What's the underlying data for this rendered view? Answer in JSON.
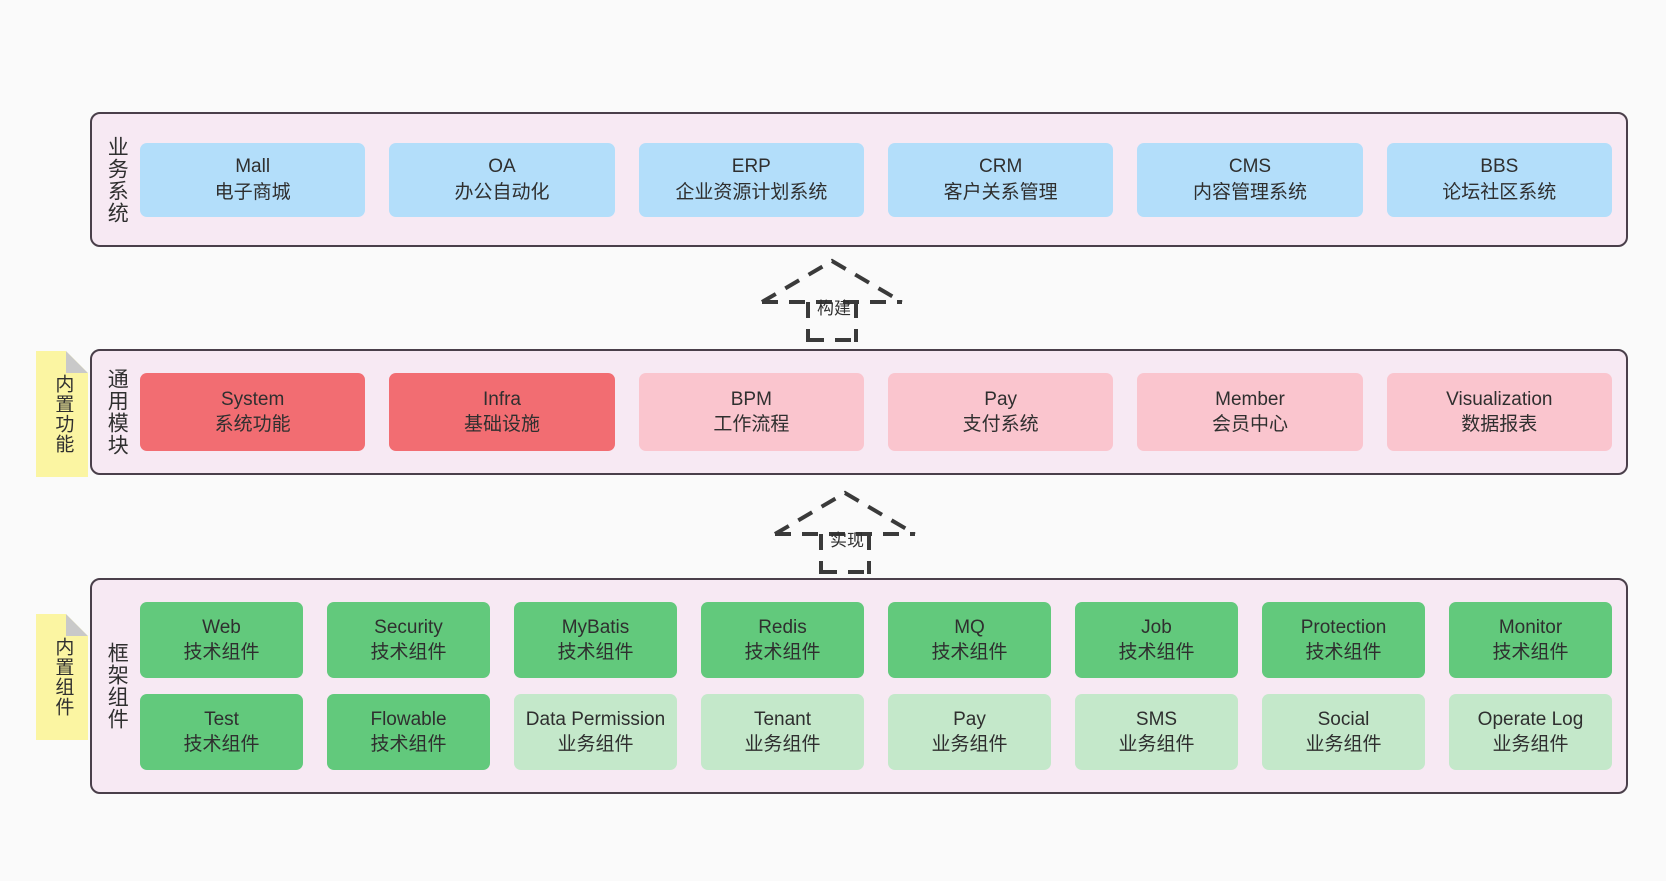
{
  "diagram": {
    "background_color": "#fafafa",
    "layer_fill": "#f7e9f3",
    "layer_border": "#4a3f4a",
    "note_fill": "#fbf5a2"
  },
  "layers": [
    {
      "id": "business",
      "title": "业务系统",
      "nodes": [
        {
          "en": "Mall",
          "cn": "电子商城",
          "color": "#b3defa"
        },
        {
          "en": "OA",
          "cn": "办公自动化",
          "color": "#b3defa"
        },
        {
          "en": "ERP",
          "cn": "企业资源计划系统",
          "color": "#b3defa"
        },
        {
          "en": "CRM",
          "cn": "客户关系管理",
          "color": "#b3defa"
        },
        {
          "en": "CMS",
          "cn": "内容管理系统",
          "color": "#b3defa"
        },
        {
          "en": "BBS",
          "cn": "论坛社区系统",
          "color": "#b3defa"
        }
      ]
    },
    {
      "id": "common",
      "title": "通用模块",
      "nodes": [
        {
          "en": "System",
          "cn": "系统功能",
          "color": "#f26d72"
        },
        {
          "en": "Infra",
          "cn": "基础设施",
          "color": "#f26d72"
        },
        {
          "en": "BPM",
          "cn": "工作流程",
          "color": "#fac5ce"
        },
        {
          "en": "Pay",
          "cn": "支付系统",
          "color": "#fac5ce"
        },
        {
          "en": "Member",
          "cn": "会员中心",
          "color": "#fac5ce"
        },
        {
          "en": "Visualization",
          "cn": "数据报表",
          "color": "#fac5ce"
        }
      ]
    },
    {
      "id": "framework",
      "title": "框架组件",
      "rows": [
        [
          {
            "en": "Web",
            "cn": "技术组件",
            "color": "#62c97c"
          },
          {
            "en": "Security",
            "cn": "技术组件",
            "color": "#62c97c"
          },
          {
            "en": "MyBatis",
            "cn": "技术组件",
            "color": "#62c97c"
          },
          {
            "en": "Redis",
            "cn": "技术组件",
            "color": "#62c97c"
          },
          {
            "en": "MQ",
            "cn": "技术组件",
            "color": "#62c97c"
          },
          {
            "en": "Job",
            "cn": "技术组件",
            "color": "#62c97c"
          },
          {
            "en": "Protection",
            "cn": "技术组件",
            "color": "#62c97c"
          },
          {
            "en": "Monitor",
            "cn": "技术组件",
            "color": "#62c97c"
          }
        ],
        [
          {
            "en": "Test",
            "cn": "技术组件",
            "color": "#62c97c"
          },
          {
            "en": "Flowable",
            "cn": "技术组件",
            "color": "#62c97c"
          },
          {
            "en": "Data Permission",
            "cn": "业务组件",
            "color": "#c4e8ca",
            "wrap": true
          },
          {
            "en": "Tenant",
            "cn": "业务组件",
            "color": "#c4e8ca"
          },
          {
            "en": "Pay",
            "cn": "业务组件",
            "color": "#c4e8ca"
          },
          {
            "en": "SMS",
            "cn": "业务组件",
            "color": "#c4e8ca"
          },
          {
            "en": "Social",
            "cn": "业务组件",
            "color": "#c4e8ca"
          },
          {
            "en": "Operate Log",
            "cn": "业务组件",
            "color": "#c4e8ca"
          }
        ]
      ]
    }
  ],
  "notes": [
    {
      "id": "function",
      "text": "内置功能"
    },
    {
      "id": "component",
      "text": "内置组件"
    }
  ],
  "arrows": [
    {
      "id": "build",
      "label": "构建",
      "from": "通用模块",
      "to": "业务系统",
      "style": "dashed-generalization"
    },
    {
      "id": "impl",
      "label": "实现",
      "from": "框架组件",
      "to": "通用模块",
      "style": "dashed-generalization"
    }
  ]
}
